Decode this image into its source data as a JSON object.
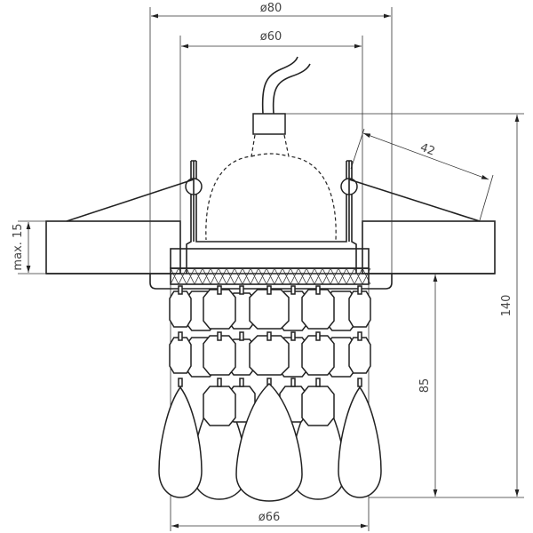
{
  "drawing": {
    "type": "technical drawing",
    "line_color": "#222222",
    "dimensions": {
      "outer_diameter": "ø80",
      "cutout_diameter": "ø60",
      "clip_length": "42",
      "max_ceiling": "max. 15",
      "total_height": "140",
      "body_height": "85",
      "body_diameter": "ø66"
    }
  }
}
